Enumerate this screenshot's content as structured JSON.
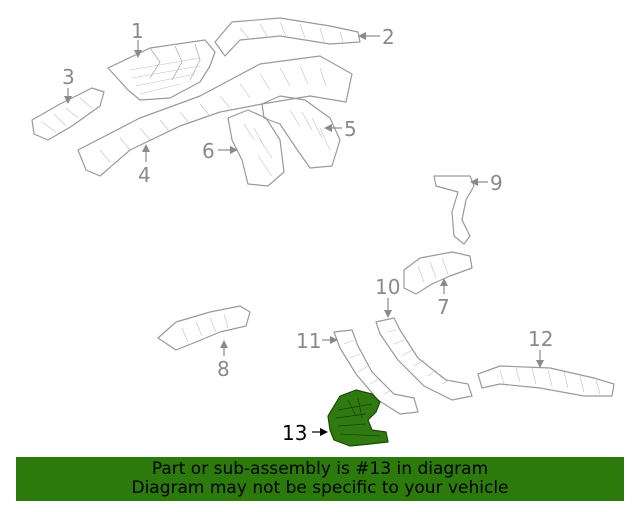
{
  "callouts": {
    "c1": "1",
    "c2": "2",
    "c3": "3",
    "c4": "4",
    "c5": "5",
    "c6": "6",
    "c7": "7",
    "c8": "8",
    "c9": "9",
    "c10": "10",
    "c11": "11",
    "c12": "12",
    "c13": "13"
  },
  "highlighted_part": "13",
  "colors": {
    "highlight": "#2b7a0b",
    "lines": "#9a9a9a"
  },
  "banner": {
    "line1": "Part or sub-assembly is #13 in diagram",
    "line2": "Diagram may not be specific to your vehicle"
  }
}
